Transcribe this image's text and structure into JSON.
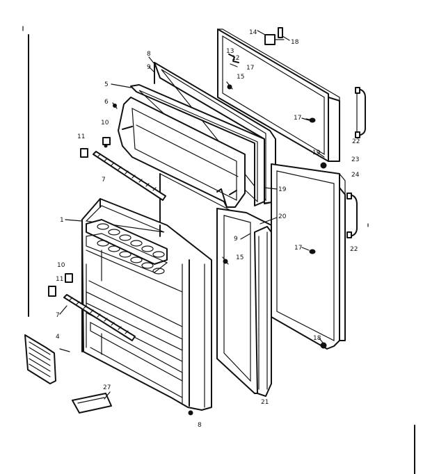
{
  "callouts": [
    {
      "id": "c14",
      "text": "14"
    },
    {
      "id": "c18a",
      "text": "18"
    },
    {
      "id": "c13",
      "text": "13"
    },
    {
      "id": "c12",
      "text": "12"
    },
    {
      "id": "c17a",
      "text": "17"
    },
    {
      "id": "c15a",
      "text": "15"
    },
    {
      "id": "c8a",
      "text": "8"
    },
    {
      "id": "c9a",
      "text": "9"
    },
    {
      "id": "c5",
      "text": "5"
    },
    {
      "id": "c6",
      "text": "6"
    },
    {
      "id": "c10a",
      "text": "10"
    },
    {
      "id": "c11a",
      "text": "11"
    },
    {
      "id": "c7a",
      "text": "7"
    },
    {
      "id": "c17b",
      "text": "17"
    },
    {
      "id": "c22a",
      "text": "22"
    },
    {
      "id": "c19a",
      "text": "19"
    },
    {
      "id": "c23",
      "text": "23"
    },
    {
      "id": "c24",
      "text": "24"
    },
    {
      "id": "c19b",
      "text": "19"
    },
    {
      "id": "c20",
      "text": "20"
    },
    {
      "id": "c1",
      "text": "1"
    },
    {
      "id": "c9b",
      "text": "9"
    },
    {
      "id": "c17c",
      "text": "17"
    },
    {
      "id": "c22b",
      "text": "22"
    },
    {
      "id": "c15b",
      "text": "15"
    },
    {
      "id": "c10b",
      "text": "10"
    },
    {
      "id": "c11b",
      "text": "11"
    },
    {
      "id": "c7b",
      "text": "7"
    },
    {
      "id": "c4",
      "text": "4"
    },
    {
      "id": "c18b",
      "text": "18"
    },
    {
      "id": "c27",
      "text": "27"
    },
    {
      "id": "c21",
      "text": "21"
    },
    {
      "id": "c8b",
      "text": "8"
    }
  ]
}
